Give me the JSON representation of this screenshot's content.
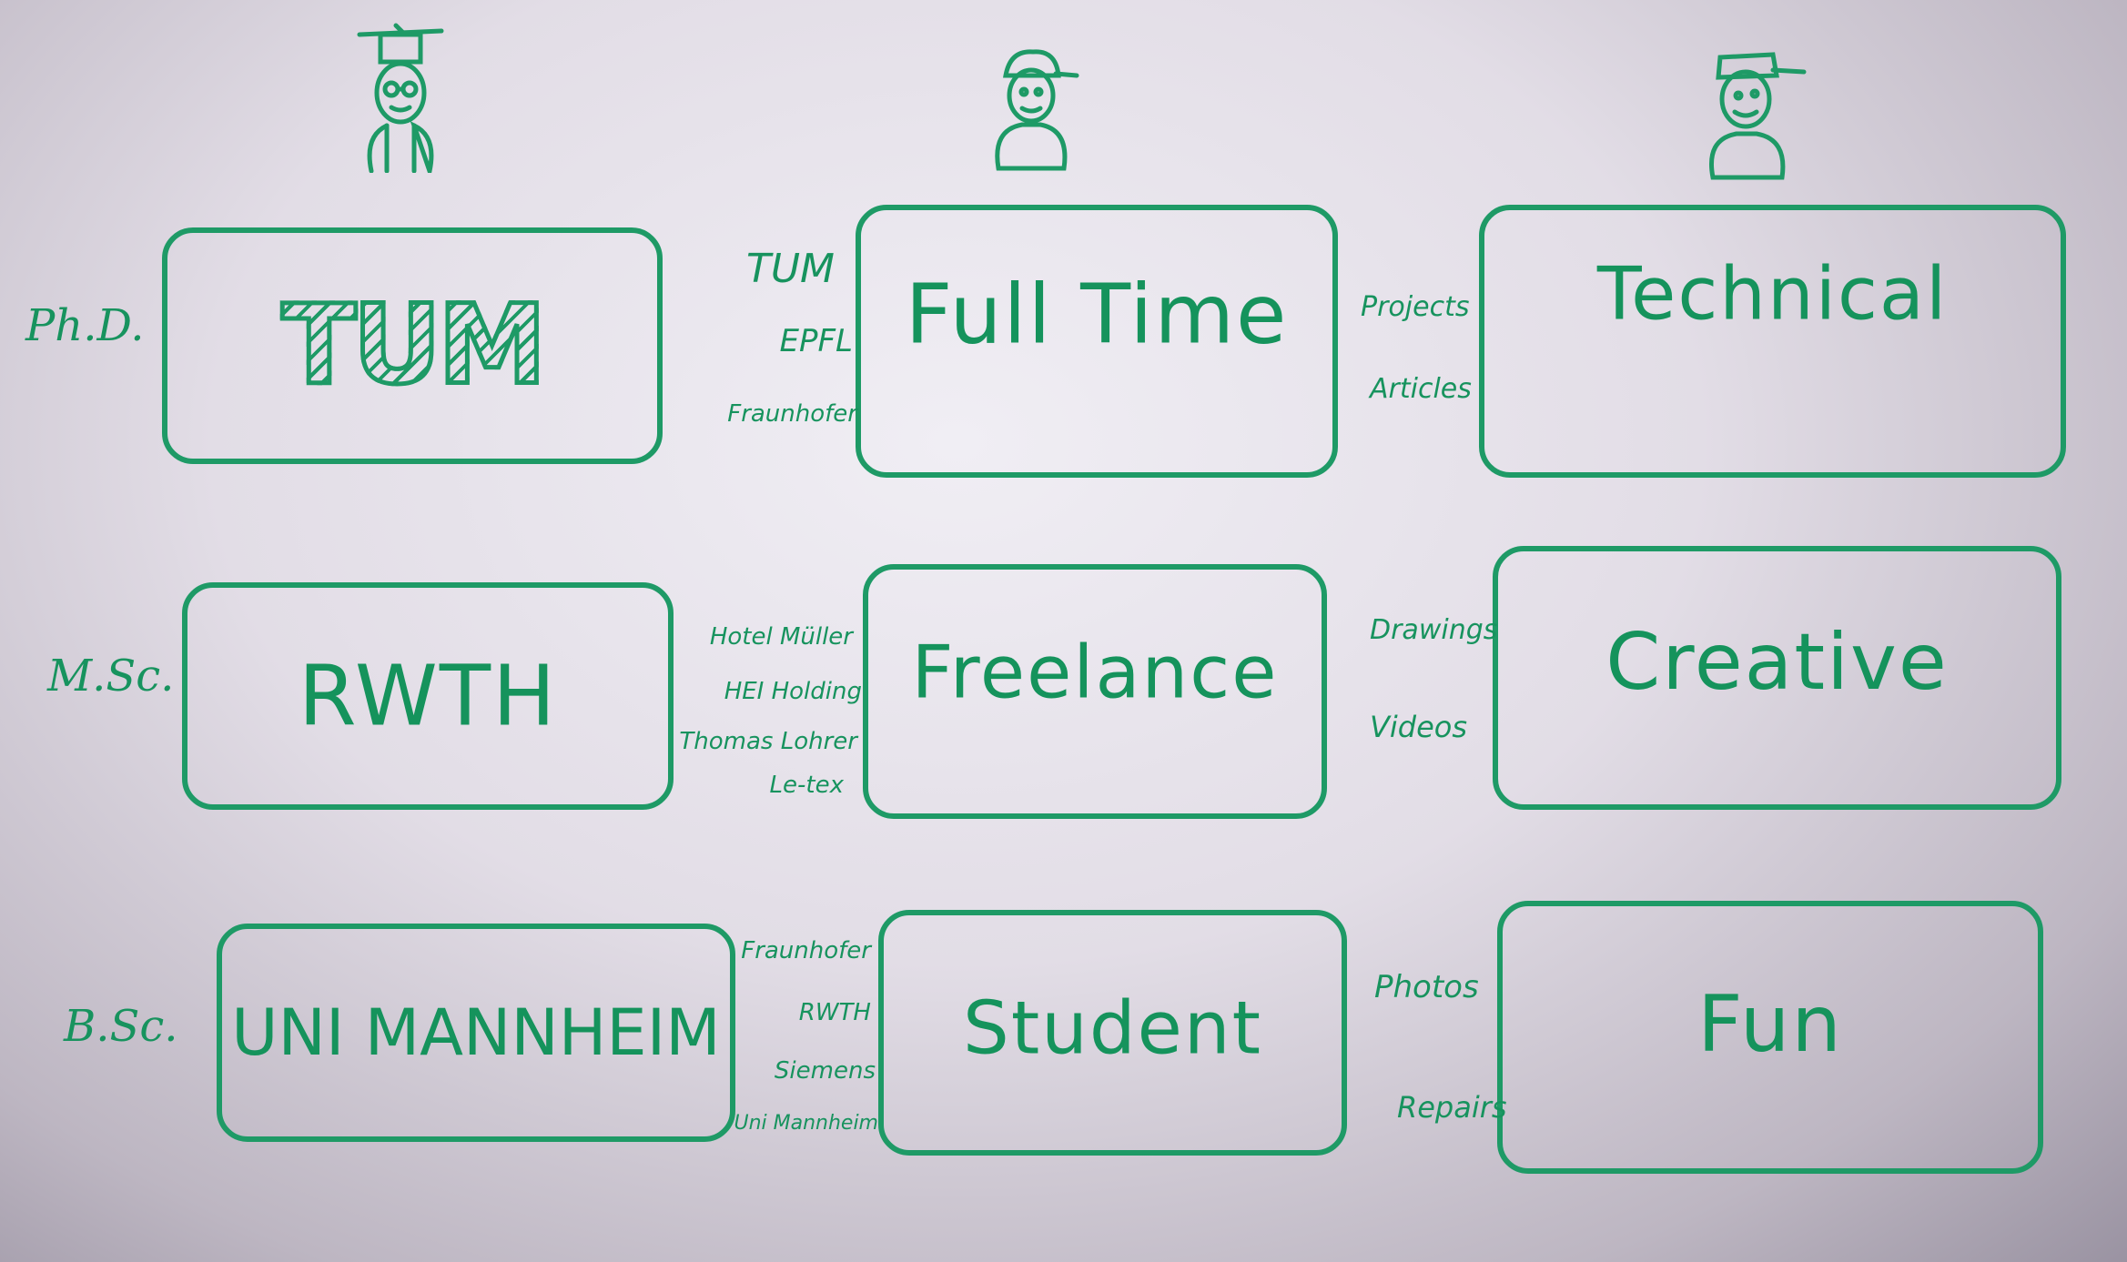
{
  "row_labels": [
    "Ph.D.",
    "M.Sc.",
    "B.Sc."
  ],
  "boxes": {
    "phd_uni": "TUM",
    "msc_uni": "RWTH",
    "bsc_uni": "UNI MANNHEIM",
    "full_time": "Full Time",
    "freelance": "Freelance",
    "student": "Student",
    "technical": "Technical",
    "creative": "Creative",
    "fun": "Fun"
  },
  "notes_work": {
    "full_time": [
      "TUM",
      "EPFL",
      "Fraunhofer"
    ],
    "freelance": [
      "Hotel Müller",
      "HEI Holding",
      "Thomas Lohrer",
      "Le-tex"
    ],
    "student": [
      "Fraunhofer",
      "RWTH",
      "Siemens",
      "Uni Mannheim"
    ]
  },
  "notes_projects": {
    "technical": [
      "Projects",
      "Articles"
    ],
    "creative": [
      "Drawings",
      "Videos"
    ],
    "fun": [
      "Photos",
      "Repairs"
    ]
  },
  "colors": {
    "marker": "#1e9a66",
    "board": "#e6e2ea"
  },
  "icons": [
    "graduate-figure-icon",
    "worker-figure-icon",
    "kid-figure-icon"
  ]
}
